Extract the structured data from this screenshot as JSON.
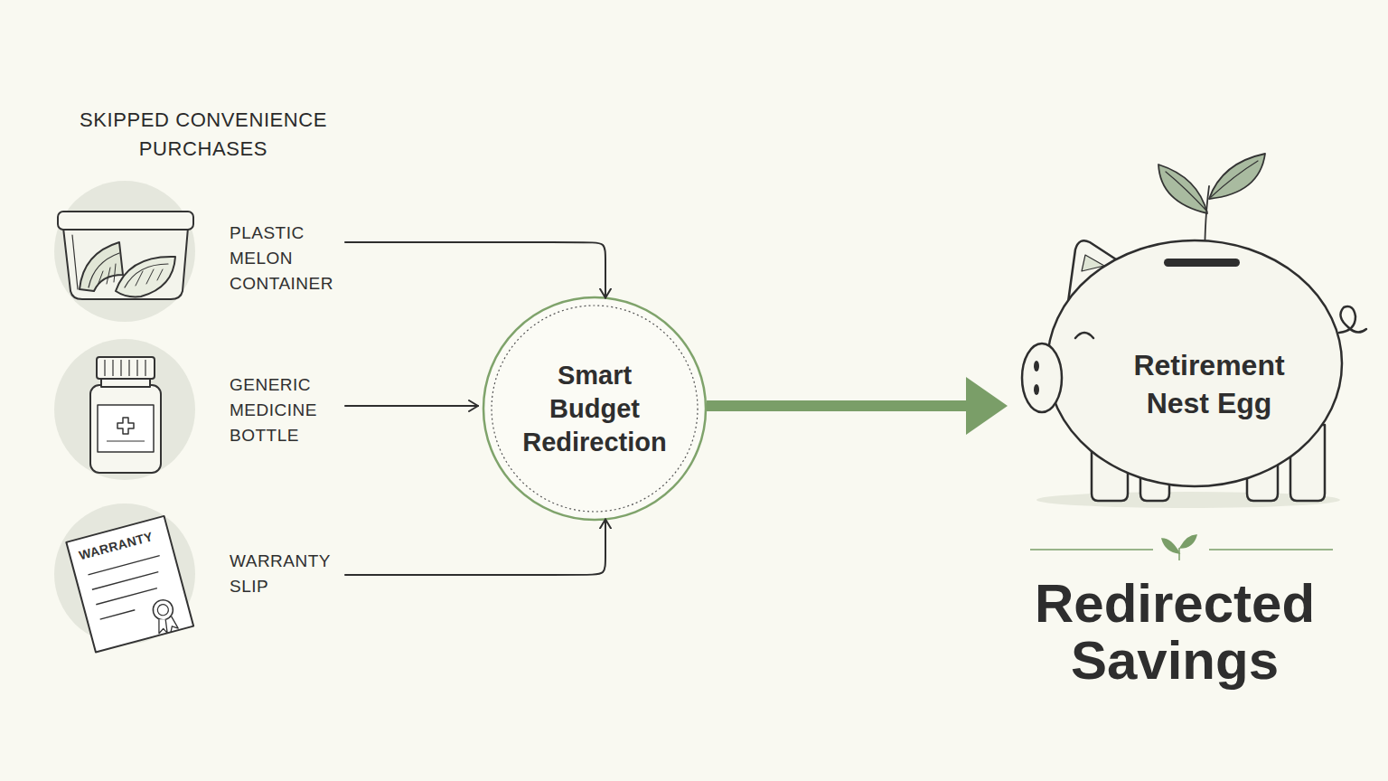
{
  "diagram": {
    "nodes": [
      {
        "text": [
          "PLASTIC MELON CONTAINER"
        ]
      },
      {
        "text": [
          "GENERIC MEDICINE BOTTLE"
        ]
      },
      {
        "text": [
          "WARRANTY SLIP"
        ]
      },
      {
        "text": [
          "Smart Budget Redirection"
        ]
      },
      {
        "text": [
          "Retirement Nest Egg"
        ]
      }
    ],
    "edges": [
      {
        "from": 0,
        "to": 3,
        "arrow": "to"
      },
      {
        "from": 1,
        "to": 3,
        "arrow": "to"
      },
      {
        "from": 2,
        "to": 3,
        "arrow": "to"
      },
      {
        "from": 3,
        "to": 4,
        "arrow": "to"
      }
    ],
    "labels": [
      "SKIPPED CONVENIENCE PURCHASES",
      "WARRANTY",
      "Redirected Savings"
    ]
  }
}
